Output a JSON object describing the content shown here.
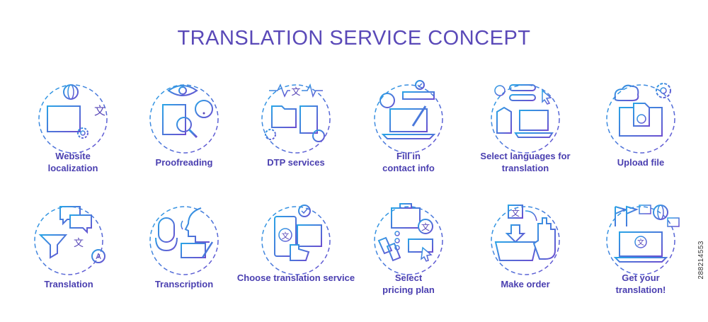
{
  "title": "TRANSLATION SERVICE CONCEPT",
  "stock_id": "288214553",
  "glyph": "文",
  "letter_a": "A",
  "accent_colors": [
    "#5a49b8",
    "#2f8fe0",
    "#3b9ee8",
    "#6a5ad8"
  ],
  "items": [
    {
      "label": "Website localization",
      "icon": "website-globe-gear-icon"
    },
    {
      "label": "Proofreading",
      "icon": "eye-magnifier-document-icon"
    },
    {
      "label": "DTP services",
      "icon": "folders-film-gear-icon"
    },
    {
      "label": "Fill in contact info",
      "icon": "laptop-form-pen-icon"
    },
    {
      "label": "Select languages for translation",
      "icon": "language-list-laptop-icon"
    },
    {
      "label": "Upload file",
      "icon": "cloud-monitor-upload-icon"
    },
    {
      "label": "Translation",
      "icon": "funnel-chat-bubbles-icon"
    },
    {
      "label": "Transcription",
      "icon": "microphone-head-notes-icon"
    },
    {
      "label": "Choose translation service",
      "icon": "phone-list-hand-icon"
    },
    {
      "label": "Select pricing plan",
      "icon": "briefcase-tags-icon"
    },
    {
      "label": "Make order",
      "icon": "basket-hand-icon"
    },
    {
      "label": "Get your translation!",
      "icon": "laptop-flags-globe-icon"
    }
  ]
}
